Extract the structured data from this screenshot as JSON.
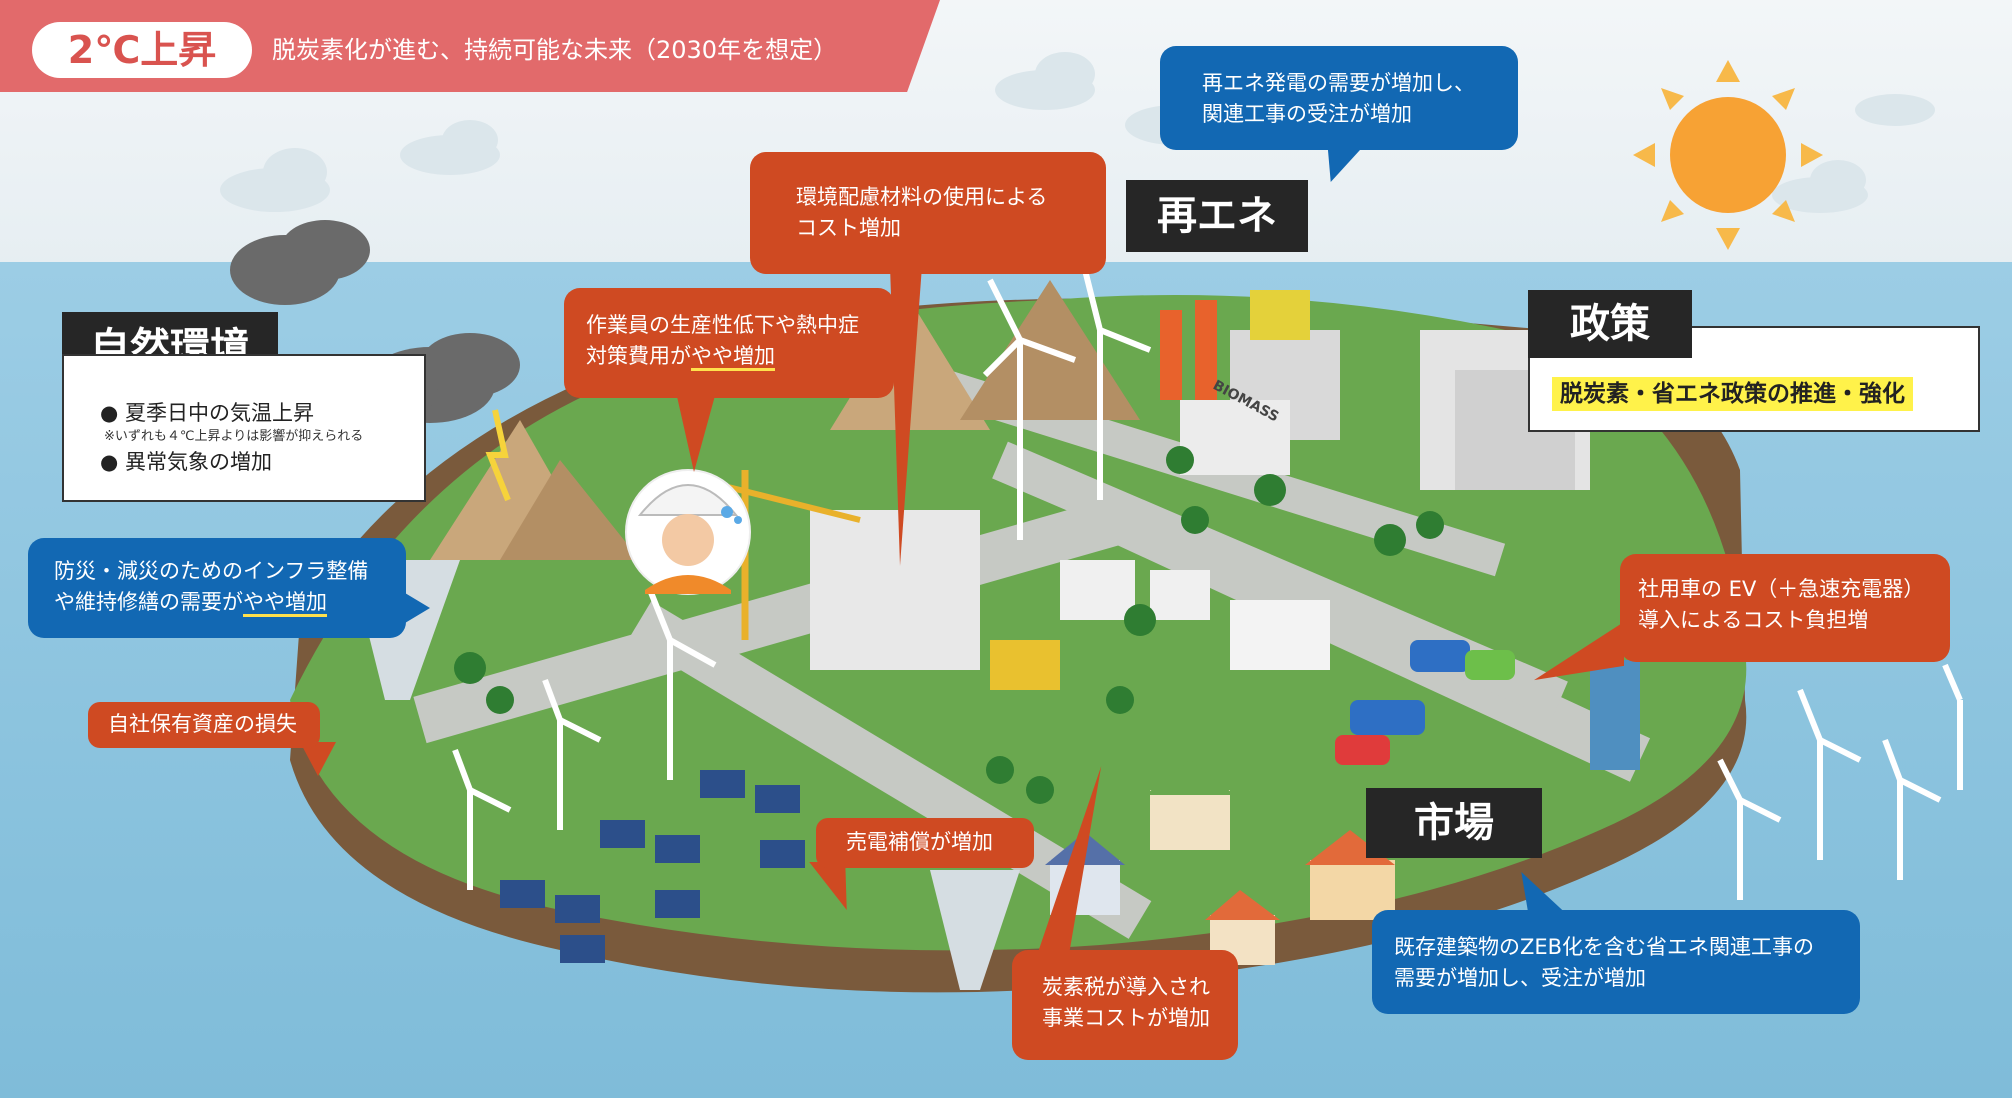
{
  "header": {
    "badge": "2℃上昇",
    "subtitle": "脱炭素化が進む、持続可能な未来（2030年を想定）"
  },
  "categories": {
    "natural": {
      "label": "自然環境",
      "items": [
        "夏季日中の気温上昇",
        "異常気象の増加"
      ],
      "note": "※いずれも４℃上昇よりは影響が抑えられる"
    },
    "renewable": {
      "label": "再エネ"
    },
    "policy": {
      "label": "政策",
      "item": "脱炭素・省エネ政策の推進・強化"
    },
    "market": {
      "label": "市場"
    }
  },
  "callouts": {
    "renewable_demand": {
      "line1": "再エネ発電の需要が増加し、",
      "line2": "関連工事の受注が増加"
    },
    "eco_materials": {
      "line1": "環境配慮材料の使用による",
      "line2": "コスト増加"
    },
    "productivity": {
      "line1": "作業員の生産性低下や熱中症",
      "line2_pre": "対策費用が",
      "line2_hl": "やや増加"
    },
    "disaster_infra": {
      "line1": "防災・減災のためのインフラ整備",
      "line2_pre": "や維持修繕の需要が",
      "line2_hl": "やや増加"
    },
    "asset_loss": {
      "text": "自社保有資産の損失"
    },
    "feed_in": {
      "text": "売電補償が増加"
    },
    "carbon_tax": {
      "line1": "炭素税が導入され",
      "line2": "事業コストが増加"
    },
    "ev": {
      "line1": "社用車の EV（＋急速充電器）",
      "line2": "導入によるコスト負担増"
    },
    "zeb": {
      "line1": "既存建築物のZEB化を含む省エネ関連工事の",
      "line2": "需要が増加し、受注が増加"
    }
  },
  "illustration": {
    "building_sign": "BIOMASS"
  },
  "colors": {
    "header": "#e26a6b",
    "red_callout": "#cf4a22",
    "blue_callout": "#1268b3",
    "sea": "#8ec5df",
    "land": "#6aa84f",
    "sun": "#f7a234",
    "highlight": "#fff24a"
  }
}
